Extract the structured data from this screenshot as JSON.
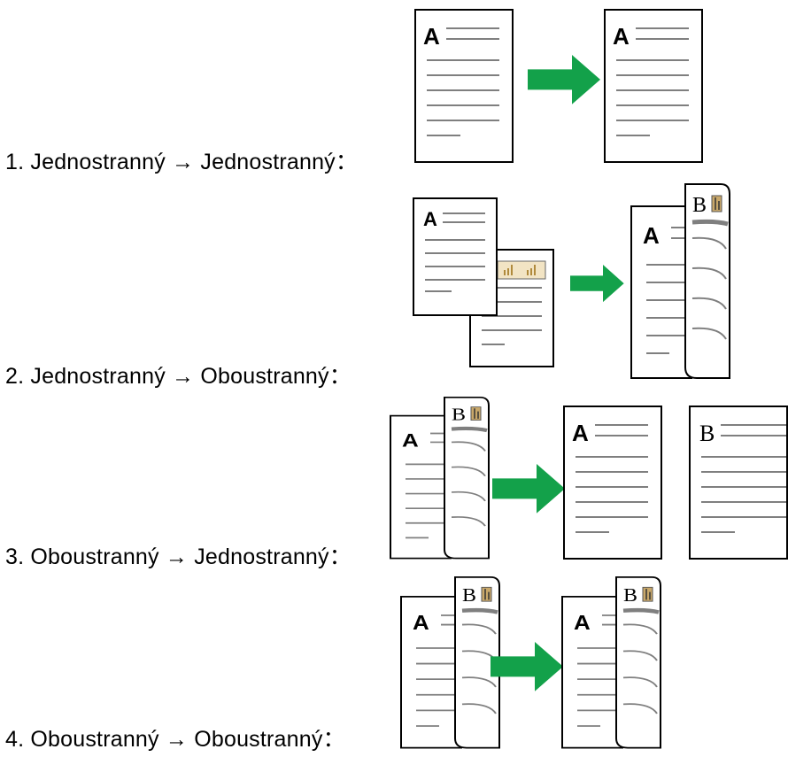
{
  "colors": {
    "arrow": "#13a14a",
    "line": "#7f7f7f",
    "book_tab": "#c9a86a"
  },
  "items": [
    {
      "label": "1. Jednostranný → Jednostranný："
    },
    {
      "label": "2. Jednostranný → Oboustranný："
    },
    {
      "label": "3. Oboustranný → Jednostranný："
    },
    {
      "label": "4. Oboustranný → Oboustranný："
    }
  ],
  "page_letters": {
    "front": "A",
    "back": "B"
  }
}
